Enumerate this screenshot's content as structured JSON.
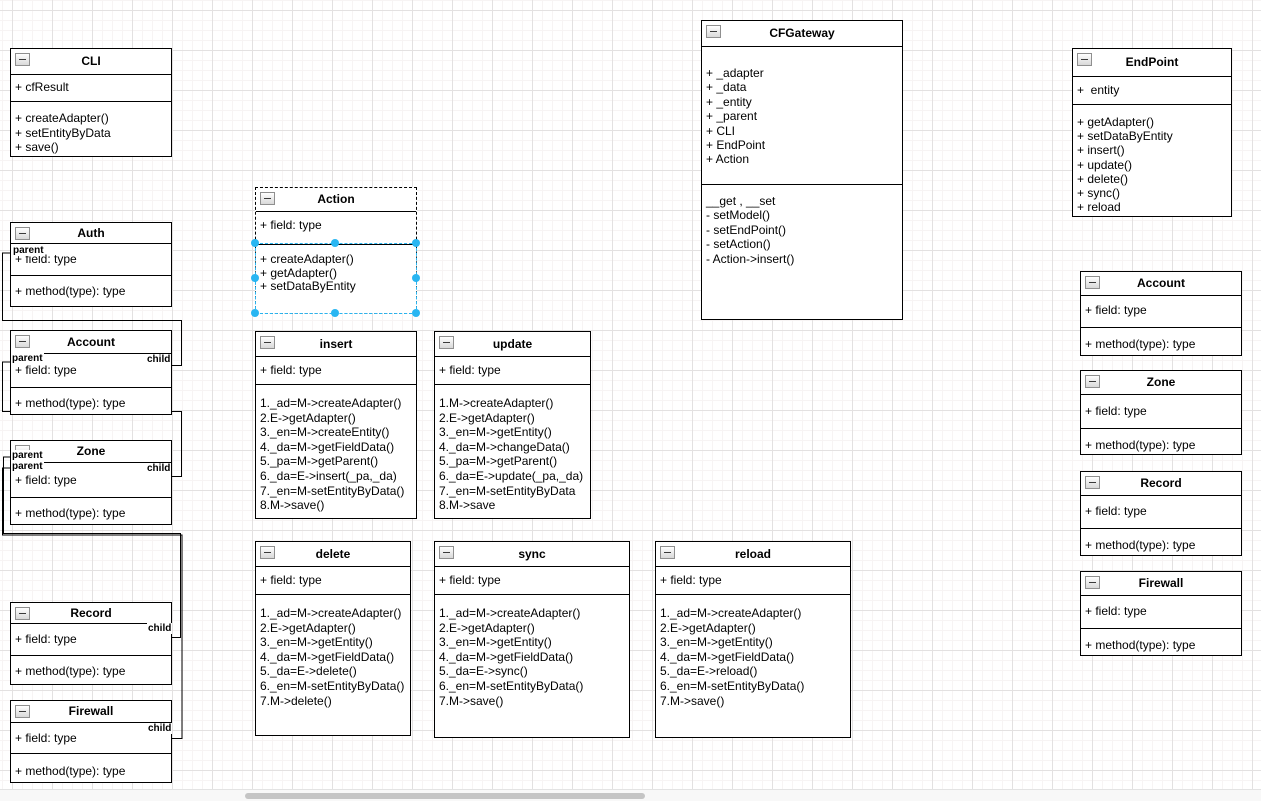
{
  "selection": {
    "color": "#29b6f2"
  },
  "edge_labels": {
    "parent": "parent",
    "child": "child"
  },
  "boxes": {
    "cli": {
      "title": "CLI",
      "fields": [
        "+ cfResult"
      ],
      "methods": [
        "+ createAdapter()",
        "+ setEntityByData",
        "+ save()"
      ]
    },
    "auth": {
      "title": "Auth",
      "fields": [
        "+ field: type"
      ],
      "methods": [
        "+ method(type): type"
      ]
    },
    "account_left": {
      "title": "Account",
      "fields": [
        "+ field: type"
      ],
      "methods": [
        "+ method(type): type"
      ]
    },
    "zone_left": {
      "title": "Zone",
      "fields": [
        "+ field: type"
      ],
      "methods": [
        "+ method(type): type"
      ]
    },
    "record_left": {
      "title": "Record",
      "fields": [
        "+ field: type"
      ],
      "methods": [
        "+ method(type): type"
      ]
    },
    "firewall_left": {
      "title": "Firewall",
      "fields": [
        "+ field: type"
      ],
      "methods": [
        "+ method(type): type"
      ]
    },
    "action": {
      "title": "Action",
      "fields": [
        "+ field: type"
      ],
      "methods": [
        "+ createAdapter()",
        "+ getAdapter()",
        "+ setDataByEntity"
      ]
    },
    "insert": {
      "title": "insert",
      "fields": [
        "+ field: type"
      ],
      "methods": [
        "1._ad=M->createAdapter()",
        "2.E->getAdapter()",
        "3._en=M->createEntity()",
        "4._da=M->getFieldData()",
        "5._pa=M->getParent()",
        "6._da=E->insert(_pa,_da)",
        "7._en=M-setEntityByData()",
        "8.M->save()"
      ]
    },
    "update": {
      "title": "update",
      "fields": [
        "+ field: type"
      ],
      "methods": [
        "1.M->createAdapter()",
        "2.E->getAdapter()",
        "3._en=M->getEntity()",
        "4._da=M->changeData()",
        "5._pa=M->getParent()",
        "6._da=E->update(_pa,_da)",
        "7._en=M-setEntityByData",
        "8.M->save"
      ]
    },
    "delete": {
      "title": "delete",
      "fields": [
        "+ field: type"
      ],
      "methods": [
        "1._ad=M->createAdapter()",
        "2.E->getAdapter()",
        "3._en=M->getEntity()",
        "4._da=M->getFieldData()",
        "5._da=E->delete()",
        "6._en=M-setEntityByData()",
        "7.M->delete()"
      ]
    },
    "sync": {
      "title": "sync",
      "fields": [
        "+ field: type"
      ],
      "methods": [
        "1._ad=M->createAdapter()",
        "2.E->getAdapter()",
        "3._en=M->getEntity()",
        "4._da=M->getFieldData()",
        "5._da=E->sync()",
        "6._en=M-setEntityByData()",
        "7.M->save()"
      ]
    },
    "reload": {
      "title": "reload",
      "fields": [
        "+ field: type"
      ],
      "methods": [
        "1._ad=M->createAdapter()",
        "2.E->getAdapter()",
        "3._en=M->getEntity()",
        "4._da=M->getFieldData()",
        "5._da=E->reload()",
        "6._en=M-setEntityByData()",
        "7.M->save()"
      ]
    },
    "cfgateway": {
      "title": "CFGateway",
      "fields": [
        "+ _adapter",
        "+ _data",
        "+ _entity",
        "+ _parent",
        "+ CLI",
        "+ EndPoint",
        "+ Action"
      ],
      "methods": [
        "__get , __set",
        "- setModel()",
        "- setEndPoint()",
        "- setAction()",
        "- Action->insert()"
      ]
    },
    "endpoint": {
      "title": "EndPoint",
      "fields": [
        "+  entity"
      ],
      "methods": [
        "+ getAdapter()",
        "+ setDataByEntity",
        "+ insert()",
        "+ update()",
        "+ delete()",
        "+ sync()",
        "+ reload"
      ]
    },
    "account_right": {
      "title": "Account",
      "fields": [
        "+ field: type"
      ],
      "methods": [
        "+ method(type): type"
      ]
    },
    "zone_right": {
      "title": "Zone",
      "fields": [
        "+ field: type"
      ],
      "methods": [
        "+ method(type): type"
      ]
    },
    "record_right": {
      "title": "Record",
      "fields": [
        "+ field: type"
      ],
      "methods": [
        "+ method(type): type"
      ]
    },
    "firewall_right": {
      "title": "Firewall",
      "fields": [
        "+ field: type"
      ],
      "methods": [
        "+ method(type): type"
      ]
    }
  }
}
